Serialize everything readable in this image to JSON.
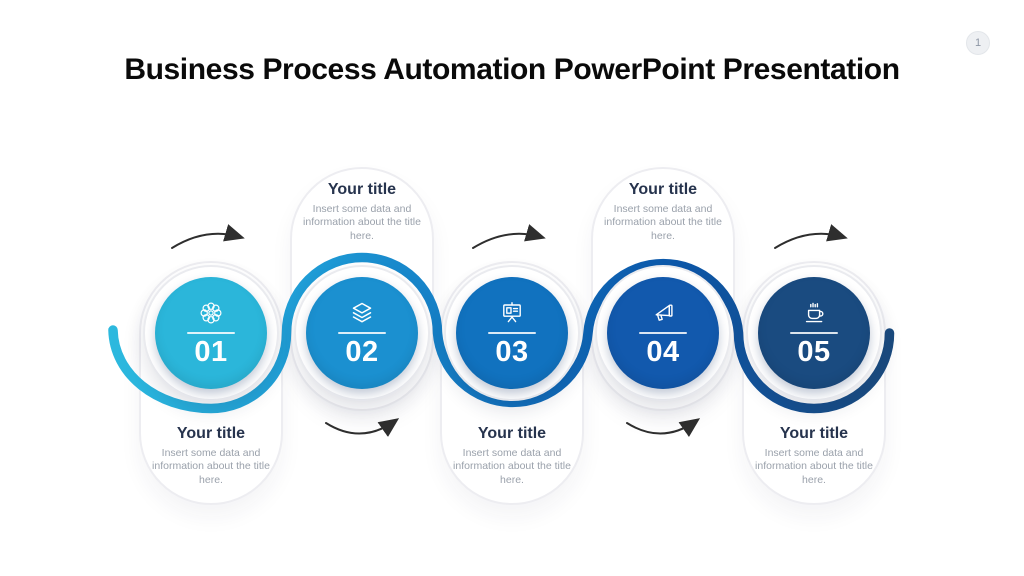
{
  "page": {
    "title": "Business Process Automation PowerPoint Presentation",
    "page_number": "1",
    "background": "#ffffff"
  },
  "colors": {
    "heading_text": "#0a0a0a",
    "step_title_text": "#26334d",
    "step_body_text": "#9aa1ab",
    "arrow": "#2e2e2e",
    "card_border": "#ededf1"
  },
  "ribbon": {
    "stops": [
      "#2cb9de",
      "#1e9ad5",
      "#1173c0",
      "#0d57a9",
      "#1a4a7d"
    ]
  },
  "steps": [
    {
      "number": "01",
      "icon": "atom-icon",
      "color": "#2bb6da",
      "title": "Your title",
      "description": "Insert some data and information about the title here.",
      "text_position": "below"
    },
    {
      "number": "02",
      "icon": "layers-icon",
      "color": "#1b90d0",
      "title": "Your title",
      "description": "Insert some data and information about the title here.",
      "text_position": "above"
    },
    {
      "number": "03",
      "icon": "presentation-icon",
      "color": "#1172bf",
      "title": "Your title",
      "description": "Insert some data and information about the title here.",
      "text_position": "below"
    },
    {
      "number": "04",
      "icon": "megaphone-icon",
      "color": "#1259ad",
      "title": "Your title",
      "description": "Insert some data and information about the title here.",
      "text_position": "above"
    },
    {
      "number": "05",
      "icon": "coffee-icon",
      "color": "#1a4b80",
      "title": "Your title",
      "description": "Insert some data and information about the title here.",
      "text_position": "below"
    }
  ]
}
